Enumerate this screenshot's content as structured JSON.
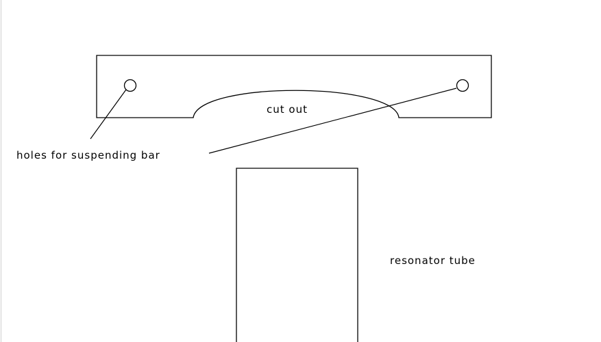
{
  "labels": {
    "cut_out": "cut out",
    "holes": "holes for suspending bar",
    "resonator_tube": "resonator tube"
  },
  "colors": {
    "stroke": "#000000",
    "background": "#ffffff"
  }
}
